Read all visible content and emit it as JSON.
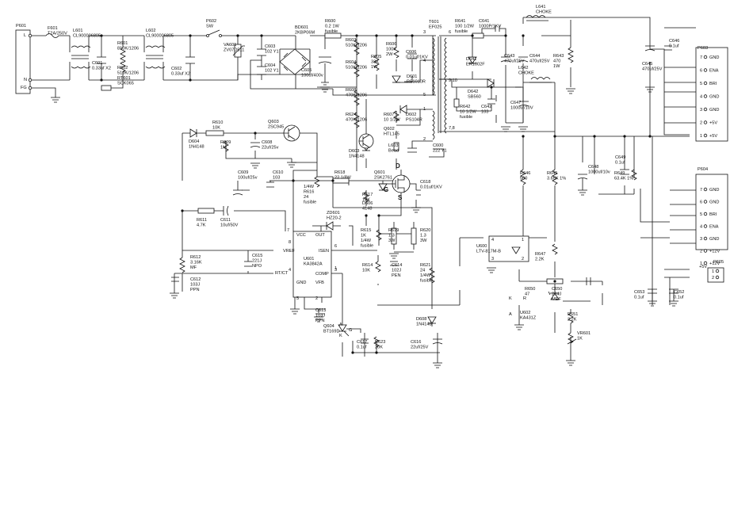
{
  "parts": [
    {
      "k": "P601",
      "l": [
        "P601"
      ]
    },
    {
      "k": "F601",
      "l": [
        "F601",
        "T2A/250V"
      ]
    },
    {
      "k": "L601",
      "l": [
        "L601",
        "CL900006805"
      ]
    },
    {
      "k": "R601",
      "l": [
        "R601",
        "810K/1206"
      ]
    },
    {
      "k": "C601",
      "l": [
        "C601",
        "0.33uf X2"
      ]
    },
    {
      "k": "R602",
      "l": [
        "R602",
        "510K/1206"
      ]
    },
    {
      "k": "RT601",
      "l": [
        "RT601",
        "SCK065"
      ]
    },
    {
      "k": "L602",
      "l": [
        "L602",
        "CL900006805"
      ]
    },
    {
      "k": "C602",
      "l": [
        "C602",
        "0.33uf X2"
      ]
    },
    {
      "k": "P602",
      "l": [
        "P602",
        "SW"
      ]
    },
    {
      "k": "VA601",
      "l": [
        "VA601",
        "ZV07D511"
      ]
    },
    {
      "k": "C603",
      "l": [
        "C603",
        "102 Y1"
      ]
    },
    {
      "k": "C604",
      "l": [
        "C604",
        "102 Y1"
      ]
    },
    {
      "k": "BD601",
      "l": [
        "BD601",
        "2KBP06M"
      ]
    },
    {
      "k": "C605",
      "l": [
        "C605",
        "100uf/400v"
      ]
    },
    {
      "k": "R600",
      "l": [
        "R600",
        "0.2 1W",
        "fusible"
      ]
    },
    {
      "k": "R603",
      "l": [
        "R603",
        "510K/1206"
      ]
    },
    {
      "k": "R604",
      "l": [
        "R604",
        "510K/1206"
      ]
    },
    {
      "k": "R608",
      "l": [
        "R608",
        "470K/1206"
      ]
    },
    {
      "k": "R624",
      "l": [
        "R624",
        "470K/1206"
      ]
    },
    {
      "k": "R605",
      "l": [
        "R605",
        "33K",
        "1W"
      ]
    },
    {
      "k": "R606",
      "l": [
        "R606",
        "100K",
        "2W"
      ]
    },
    {
      "k": "C606",
      "l": [
        "C606",
        "0.01uf/1KV"
      ]
    },
    {
      "k": "D601",
      "l": [
        "D601",
        "PS1010R"
      ]
    },
    {
      "k": "T601",
      "l": [
        "T601",
        "EF025"
      ]
    },
    {
      "k": "D602",
      "l": [
        "D602",
        "PS104R"
      ]
    },
    {
      "k": "R607",
      "l": [
        "R607",
        "10 1/2W"
      ]
    },
    {
      "k": "Q602",
      "l": [
        "Q602",
        "HTL145"
      ]
    },
    {
      "k": "L603",
      "l": [
        "L603",
        "Bead"
      ]
    },
    {
      "k": "C600",
      "l": [
        "C600",
        "222 Y1"
      ]
    },
    {
      "k": "D604",
      "l": [
        "D604",
        "1N4148"
      ]
    },
    {
      "k": "R610",
      "l": [
        "R610",
        "10K"
      ]
    },
    {
      "k": "Q603",
      "l": [
        "Q603",
        "2SC945"
      ]
    },
    {
      "k": "R609",
      "l": [
        "R609",
        "1M"
      ]
    },
    {
      "k": "C608",
      "l": [
        "C608",
        "22uf/25v"
      ]
    },
    {
      "k": "D603",
      "l": [
        "D603",
        "1N4148"
      ]
    },
    {
      "k": "C609",
      "l": [
        "C609",
        "100uf/25v"
      ]
    },
    {
      "k": "C610",
      "l": [
        "C610",
        "103"
      ]
    },
    {
      "k": "R618",
      "l": [
        "R618",
        "22 1/8W"
      ]
    },
    {
      "k": "R616",
      "l": [
        "1/4W",
        "R616",
        "24",
        "fusible"
      ]
    },
    {
      "k": "D606",
      "l": [
        "D606",
        "4148"
      ]
    },
    {
      "k": "ZD601",
      "l": [
        "ZD601",
        "HZ20-2"
      ]
    },
    {
      "k": "Q601",
      "l": [
        "Q601",
        "2SK2761"
      ]
    },
    {
      "k": "C618",
      "l": [
        "C618",
        "0.01uf/1KV"
      ]
    },
    {
      "k": "R617",
      "l": [
        "R617",
        "10K"
      ]
    },
    {
      "k": "R611",
      "l": [
        "R611",
        "4.7K"
      ]
    },
    {
      "k": "C611",
      "l": [
        "C611",
        "10uf/50V"
      ]
    },
    {
      "k": "R615",
      "l": [
        "R615",
        "1K",
        "1/4W",
        "fusible"
      ]
    },
    {
      "k": "R619",
      "l": [
        "R619",
        "1.3",
        "3W"
      ]
    },
    {
      "k": "R620",
      "l": [
        "R620",
        "1.3",
        "3W"
      ]
    },
    {
      "k": "R612",
      "l": [
        "R612",
        "3.16K",
        "MF"
      ]
    },
    {
      "k": "C615",
      "l": [
        "C615",
        "221J",
        "NPO"
      ]
    },
    {
      "k": "C612",
      "l": [
        "C612",
        "103J",
        "PPN"
      ]
    },
    {
      "k": "R614",
      "l": [
        "R614",
        "10K"
      ]
    },
    {
      "k": "C614",
      "l": [
        "C614",
        "102J",
        "PEN"
      ]
    },
    {
      "k": "R621",
      "l": [
        "R621",
        "24",
        "1/4W",
        "fusible"
      ]
    },
    {
      "k": "C613",
      "l": [
        "C613",
        "103J",
        "PPN"
      ]
    },
    {
      "k": "Q604",
      "l": [
        "Q604",
        "BT169D"
      ]
    },
    {
      "k": "C617",
      "l": [
        "C617",
        "0.1uf"
      ]
    },
    {
      "k": "R623",
      "l": [
        "R623",
        "20K"
      ]
    },
    {
      "k": "D608",
      "l": [
        "D608",
        "1N4148"
      ]
    },
    {
      "k": "C616",
      "l": [
        "C616",
        "22uf/25V"
      ]
    },
    {
      "k": "R641",
      "l": [
        "R641",
        "100 1/2W",
        "fusible"
      ]
    },
    {
      "k": "C641",
      "l": [
        "C641",
        "1000P/1KV"
      ]
    },
    {
      "k": "D641",
      "l": [
        "D641",
        "ER1002F"
      ]
    },
    {
      "k": "C643",
      "l": [
        "C643",
        "470uf/25V"
      ]
    },
    {
      "k": "C644",
      "l": [
        "C644",
        "470uf/25V"
      ]
    },
    {
      "k": "R643",
      "l": [
        "R643",
        "470",
        "1W"
      ]
    },
    {
      "k": "L641",
      "l": [
        "L641",
        "CHOKE"
      ]
    },
    {
      "k": "L642",
      "l": [
        "L642",
        "CHOKE"
      ]
    },
    {
      "k": "D642",
      "l": [
        "D642",
        "SB560"
      ]
    },
    {
      "k": "R642",
      "l": [
        "R642",
        "10 1/2W",
        "fusible"
      ]
    },
    {
      "k": "C642",
      "l": [
        "C642",
        "103"
      ]
    },
    {
      "k": "C647",
      "l": [
        "C647",
        "1000uf/10V"
      ]
    },
    {
      "k": "C645",
      "l": [
        "C645",
        "470uf/25V"
      ]
    },
    {
      "k": "C646",
      "l": [
        "C646",
        "0.1uf"
      ]
    },
    {
      "k": "R646",
      "l": [
        "R646",
        "560"
      ]
    },
    {
      "k": "R645",
      "l": [
        "R645",
        "3.65K 1%"
      ]
    },
    {
      "k": "C648",
      "l": [
        "C648",
        "1000uf/10v"
      ]
    },
    {
      "k": "C649",
      "l": [
        "C649",
        "0.1uf"
      ]
    },
    {
      "k": "R649",
      "l": [
        "R649",
        "63.4K 1%"
      ]
    },
    {
      "k": "U600",
      "l": [
        "U600",
        "LTV-817M-B"
      ]
    },
    {
      "k": "R647",
      "l": [
        "R647",
        "2.2K"
      ]
    },
    {
      "k": "R650",
      "l": [
        "R650",
        "47"
      ]
    },
    {
      "k": "C650",
      "l": [
        "C650",
        "224J",
        "MEF"
      ]
    },
    {
      "k": "U602",
      "l": [
        "U602",
        "KA431Z"
      ]
    },
    {
      "k": "R651",
      "l": [
        "R651",
        "2.2K"
      ]
    },
    {
      "k": "VR601",
      "l": [
        "VR601",
        "1K"
      ]
    },
    {
      "k": "C653",
      "l": [
        "C653",
        "0.1uf"
      ]
    },
    {
      "k": "C652",
      "l": [
        "C652",
        "0.1uf"
      ]
    },
    {
      "k": "U601",
      "l": [
        "U601",
        "KA3842A"
      ]
    },
    {
      "k": "P603",
      "l": [
        "P603"
      ]
    },
    {
      "k": "P604",
      "l": [
        "P604"
      ]
    },
    {
      "k": "P605",
      "l": [
        "P605"
      ]
    }
  ],
  "texts": [
    {
      "k": "L",
      "t": "L"
    },
    {
      "k": "N",
      "t": "N"
    },
    {
      "k": "FG",
      "t": "FG"
    },
    {
      "k": "u_vcc",
      "t": "VCC"
    },
    {
      "k": "u_out",
      "t": "OUT"
    },
    {
      "k": "u_vref",
      "t": "VREF"
    },
    {
      "k": "u_isen",
      "t": "ISEN"
    },
    {
      "k": "u_rtct",
      "t": "RT/CT"
    },
    {
      "k": "u_comp",
      "t": "COMP"
    },
    {
      "k": "u_gnd",
      "t": "GND"
    },
    {
      "k": "u_vfb",
      "t": "VFB"
    },
    {
      "k": "gD",
      "t": "D"
    },
    {
      "k": "gG",
      "t": "G"
    },
    {
      "k": "gS",
      "t": "S"
    },
    {
      "k": "q4A",
      "t": "A"
    },
    {
      "k": "q4G",
      "t": "G"
    },
    {
      "k": "q4K",
      "t": "K"
    },
    {
      "k": "u2K",
      "t": "K"
    },
    {
      "k": "u2R",
      "t": "R"
    },
    {
      "k": "u2A",
      "t": "A"
    },
    {
      "k": "t3",
      "t": "3"
    },
    {
      "k": "t4",
      "t": "4"
    },
    {
      "k": "t5",
      "t": "5"
    },
    {
      "k": "t1",
      "t": "1"
    },
    {
      "k": "t2",
      "t": "2"
    },
    {
      "k": "t6",
      "t": "6"
    },
    {
      "k": "t910",
      "t": "9,10"
    },
    {
      "k": "t78",
      "t": "7,8"
    },
    {
      "k": "o4",
      "t": "4"
    },
    {
      "k": "o3",
      "t": "3"
    },
    {
      "k": "o1",
      "t": "1"
    },
    {
      "k": "o2",
      "t": "2"
    },
    {
      "k": "u8",
      "t": "8"
    },
    {
      "k": "u7",
      "t": "7"
    },
    {
      "k": "u6",
      "t": "6"
    },
    {
      "k": "u3",
      "t": "3"
    },
    {
      "k": "u4",
      "t": "4"
    },
    {
      "k": "u1",
      "t": "1"
    },
    {
      "k": "u5",
      "t": "5"
    },
    {
      "k": "u2",
      "t": "2"
    },
    {
      "k": "p605_5v",
      "t": "+5V"
    }
  ],
  "p603": [
    {
      "n": "7",
      "s": "GND"
    },
    {
      "n": "6",
      "s": "ENA"
    },
    {
      "n": "5",
      "s": "BRI"
    },
    {
      "n": "4",
      "s": "GND"
    },
    {
      "n": "3",
      "s": "GND"
    },
    {
      "n": "2",
      "s": "+5V"
    },
    {
      "n": "1",
      "s": "+5V"
    }
  ],
  "p604": [
    {
      "n": "7",
      "s": "GND"
    },
    {
      "n": "6",
      "s": "GND"
    },
    {
      "n": "5",
      "s": "BRI"
    },
    {
      "n": "4",
      "s": "ENA"
    },
    {
      "n": "3",
      "s": "GND"
    },
    {
      "n": "2",
      "s": "+12V"
    },
    {
      "n": "1",
      "s": "+12V"
    }
  ],
  "p605": [
    {
      "n": "1"
    },
    {
      "n": "2"
    }
  ]
}
